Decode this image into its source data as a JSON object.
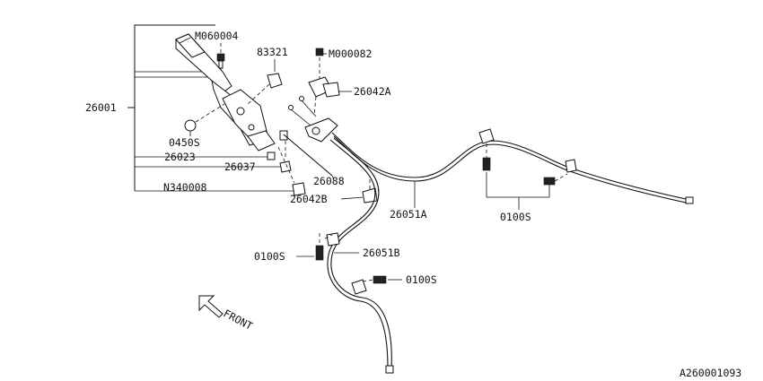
{
  "labels": {
    "p_m060004": "M060004",
    "p_83321": "83321",
    "p_m000082": "M000082",
    "p_26042a": "26042A",
    "p_26001": "26001",
    "p_0450s": "0450S",
    "p_26023": "26023",
    "p_26037": "26037",
    "p_26088": "26088",
    "p_n340008": "N340008",
    "p_26042b": "26042B",
    "p_26051a": "26051A",
    "p_0100s_right": "0100S",
    "p_0100s_left": "0100S",
    "p_26051b": "26051B",
    "p_0100s_mid": "0100S",
    "front": "FRONT",
    "diagram_id": "A260001093"
  },
  "icons": {
    "front_arrow": "front-direction-arrow-icon"
  }
}
